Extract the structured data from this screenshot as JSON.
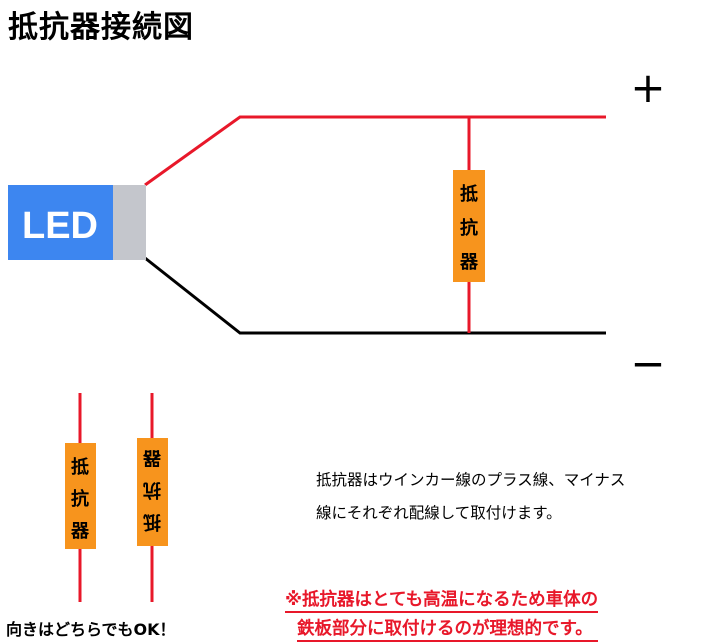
{
  "title": "抵抗器接続図",
  "led_label": "LED",
  "plus_label": "+",
  "minus_label": "−",
  "resistor_char_1": "抵",
  "resistor_char_2": "抗",
  "resistor_char_3": "器",
  "note": {
    "line1": "抵抗器はウインカー線のプラス線、マイナス",
    "line2": "線にそれぞれ配線して取付けます。"
  },
  "direction_note": "向きはどちらでもOK！",
  "warning": {
    "line1": "※抵抗器はとても高温になるため車体の",
    "line2": "鉄板部分に取付けるのが理想的です。"
  },
  "colors": {
    "positive_wire": "#e8182a",
    "negative_wire": "#000000",
    "resistor_body": "#f7941d",
    "led_blue": "#3d86f0",
    "led_cap": "#c4c6cc",
    "warning_text": "#e8182a"
  }
}
